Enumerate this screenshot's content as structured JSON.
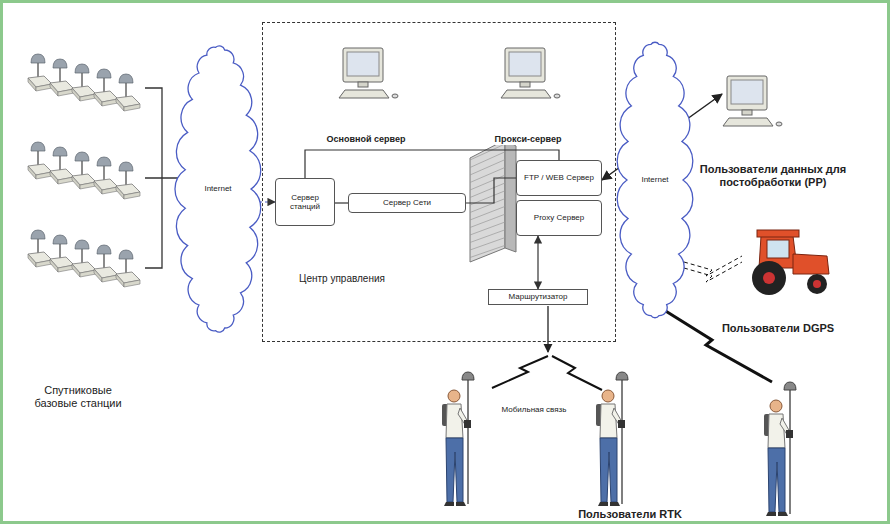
{
  "diagram": {
    "nodes": [
      {
        "text": [
          "Internet"
        ]
      },
      {
        "text": [
          "Центр управления"
        ]
      },
      {
        "text": [
          "Сервер станций"
        ],
        "in": 1
      },
      {
        "text": [
          "Сервер Сети"
        ],
        "in": 1
      },
      {
        "text": [
          "FTP / WEB Сервер"
        ],
        "in": 1
      },
      {
        "text": [
          "Proxy Сервер"
        ],
        "in": 1
      },
      {
        "text": [
          "Маршрутизатор"
        ],
        "in": 1
      },
      {
        "text": [
          "Internet"
        ]
      }
    ],
    "edges": [
      {
        "from": 0,
        "to": 2,
        "arrow": "to"
      },
      {
        "from": 2,
        "to": 3,
        "arrow": "none"
      },
      {
        "from": 2,
        "to": 4,
        "arrow": "none"
      },
      {
        "from": 3,
        "to": 4,
        "arrow": "none"
      },
      {
        "from": 5,
        "to": 6,
        "arrow": "both"
      }
    ],
    "labels": [
      "Спутниковые базовые станции",
      "Основной сервер",
      "Прокси-сервер",
      "Пользователи данных для постобработки (PP)",
      "Пользователи DGPS",
      "Мобильная связь",
      "Пользователи RTK"
    ]
  }
}
